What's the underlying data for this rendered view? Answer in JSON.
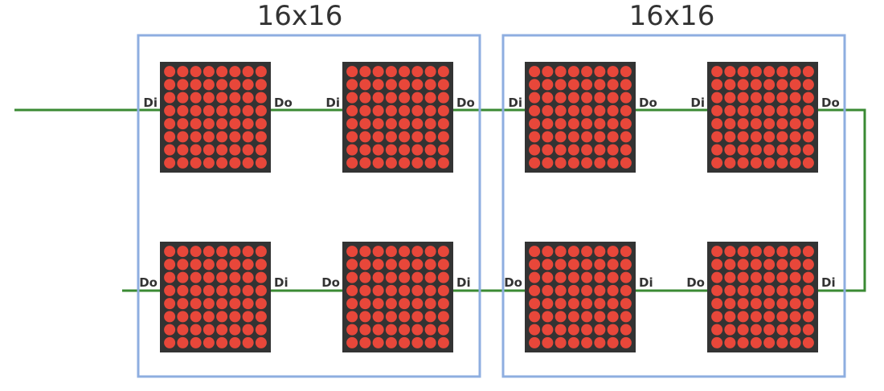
{
  "panels": [
    {
      "title": "16x16"
    },
    {
      "title": "16x16"
    }
  ],
  "pins": {
    "in": "Di",
    "out": "Do"
  },
  "matrix": {
    "rows": 8,
    "cols": 8
  },
  "colors": {
    "panel_border": "#8eaee0",
    "wire": "#3a8a33",
    "matrix_bg": "#333333",
    "led": "#e8473a",
    "text": "#333333"
  }
}
